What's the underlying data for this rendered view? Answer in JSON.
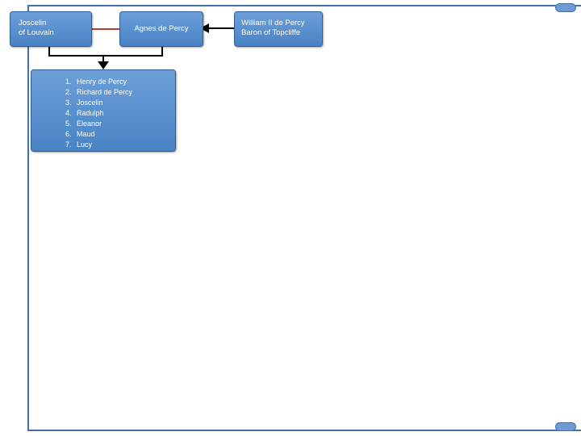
{
  "slide": {
    "frame_color": "#4472a8",
    "node_fill": "#5b92d0",
    "node_border": "#2e5f9c",
    "marriage_line_color": "#c0392b",
    "connector_color": "#000000"
  },
  "nodes": {
    "joscelin": {
      "text": "Joscelin\nof Louvain"
    },
    "agnes": {
      "text": "Agnes de Percy"
    },
    "william": {
      "text": "William II de Percy\nBaron of Topcliffe"
    },
    "children": {
      "items": [
        "Henry de Percy",
        "Richard de Percy",
        "Joscelin",
        "Radulph",
        "Eleanor",
        "Maud",
        "Lucy"
      ]
    }
  }
}
